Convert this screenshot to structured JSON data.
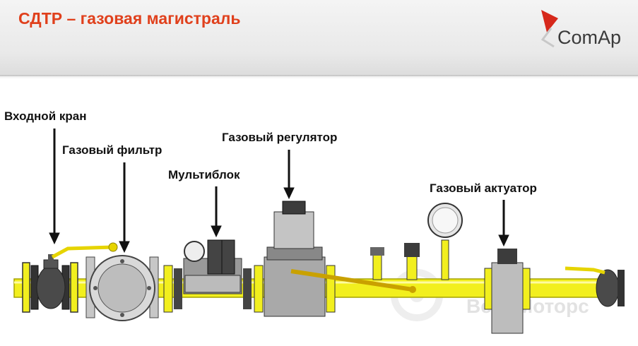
{
  "title": "СДТР – газовая магистраль",
  "logo": {
    "text": "ComAp"
  },
  "labels": {
    "inlet_valve": "Входной кран",
    "gas_filter": "Газовый фильтр",
    "multiblock": "Мультиблок",
    "gas_regulator": "Газовый регулятор",
    "gas_actuator": "Газовый актуатор"
  },
  "watermark": "Вега Моторс",
  "colors": {
    "title": "#e0401c",
    "pipe": "#f2ef1e",
    "pipe_stroke": "#a5a300",
    "equipment": "#9a9a9a",
    "equipment_dark": "#3c3c3c",
    "logo_red": "#d6281b"
  }
}
